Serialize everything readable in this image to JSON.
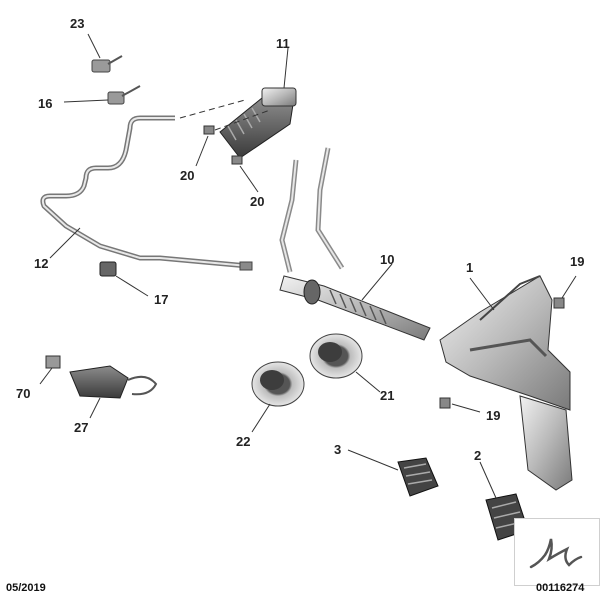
{
  "diagram": {
    "callouts": {
      "c1": "1",
      "c2": "2",
      "c3": "3",
      "c10": "10",
      "c11": "11",
      "c12": "12",
      "c16": "16",
      "c17": "17",
      "c19a": "19",
      "c19b": "19",
      "c20a": "20",
      "c20b": "20",
      "c21": "21",
      "c22": "22",
      "c23": "23",
      "c27": "27",
      "c70": "70"
    }
  },
  "footer": {
    "date": "05/2019",
    "reference": "00116274"
  },
  "logo": {
    "icon": "signature-icon"
  }
}
